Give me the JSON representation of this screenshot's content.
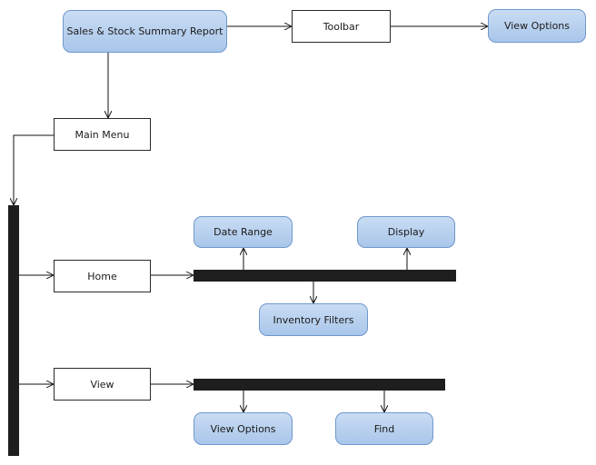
{
  "diagram": {
    "root": "Sales & Stock Summary Report",
    "toolbar": "Toolbar",
    "toolbar_view_options": "View Options",
    "main_menu": "Main Menu",
    "home": "Home",
    "view": "View",
    "date_range": "Date Range",
    "display": "Display",
    "inventory_filters": "Inventory Filters",
    "view_view_options": "View Options",
    "find": "Find"
  },
  "colors": {
    "rounded_node_fill": "#b9d2f0",
    "rounded_node_border": "#6f98cc",
    "bar": "#1e1e1e"
  }
}
